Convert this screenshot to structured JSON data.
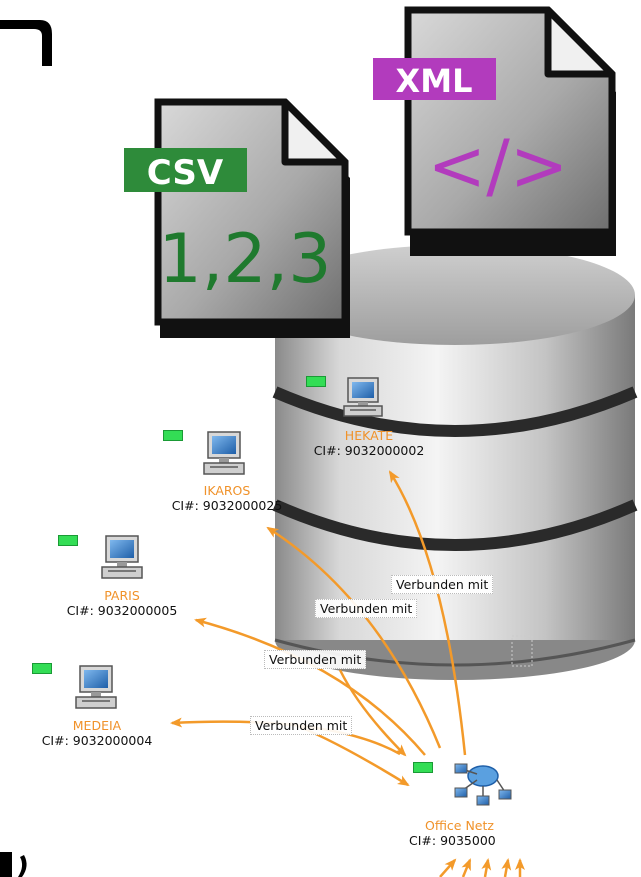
{
  "files": {
    "csv": {
      "tag": "CSV",
      "content": "1,2,3"
    },
    "xml": {
      "tag": "XML",
      "content": "</>"
    }
  },
  "nodes": [
    {
      "id": "hekate",
      "name": "HEKATE",
      "ci": "CI#: 9032000002"
    },
    {
      "id": "ikaros",
      "name": "IKAROS",
      "ci": "CI#: 9032000025"
    },
    {
      "id": "paris",
      "name": "PARIS",
      "ci": "CI#: 9032000005"
    },
    {
      "id": "medeia",
      "name": "MEDEIA",
      "ci": "CI#: 9032000004"
    },
    {
      "id": "office",
      "name": "Office Netz",
      "ci": "CI#: 9035000"
    }
  ],
  "edges": [
    {
      "label": "Verbunden mit"
    },
    {
      "label": "Verbunden mit"
    },
    {
      "label": "Verbunden mit"
    },
    {
      "label": "Verbunden mit"
    }
  ],
  "colors": {
    "edge": "#f39a2a",
    "status": "#33dd55",
    "node_name": "#f0922a",
    "csv_tag": "#2e8b3a",
    "xml_tag": "#b23bbd"
  }
}
